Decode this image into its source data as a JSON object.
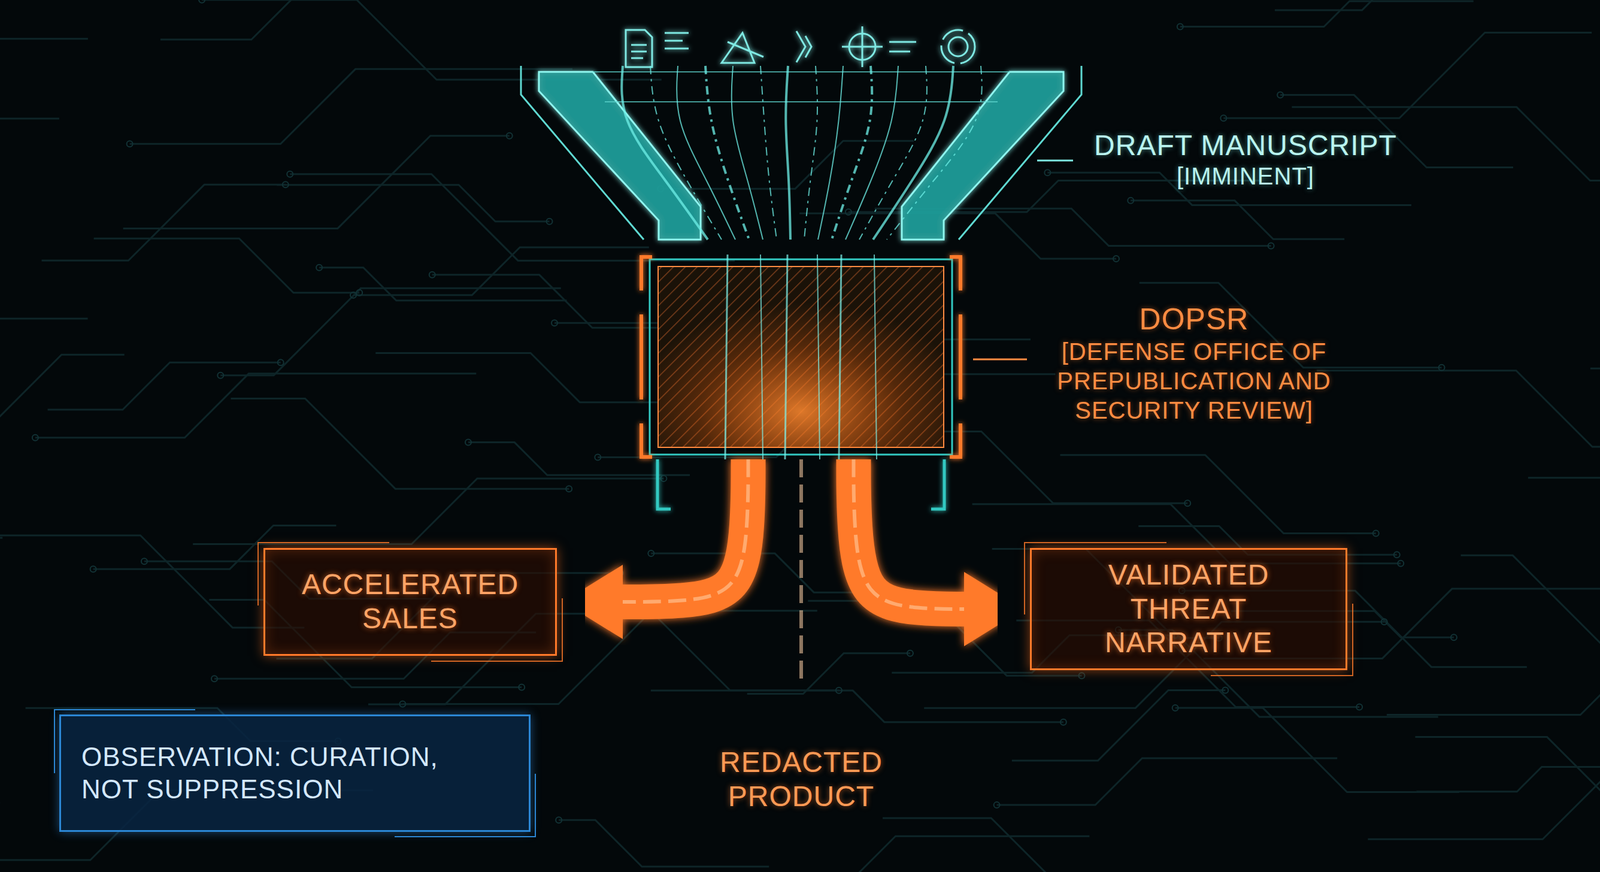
{
  "diagram": {
    "nodes": [
      {
        "text": [
          "DRAFT MANUSCRIPT",
          "[IMMINENT]"
        ]
      },
      {
        "text": [
          "DOPSR",
          "[DEFENSE OFFICE OF PREPUBLICATION AND SECURITY REVIEW]"
        ]
      },
      {
        "text": [
          "ACCELERATED SALES"
        ]
      },
      {
        "text": [
          "REDACTED PRODUCT"
        ]
      },
      {
        "text": [
          "VALIDATED THREAT NARRATIVE"
        ]
      },
      {
        "text": [
          "OBSERVATION: CURATION, NOT SUPPRESSION"
        ]
      }
    ],
    "edges": [
      {
        "from": 0,
        "to": 1,
        "arrow": "none"
      },
      {
        "from": 1,
        "to": 2,
        "arrow": "to"
      },
      {
        "from": 1,
        "to": 3,
        "arrow": "to"
      },
      {
        "from": 1,
        "to": 4,
        "arrow": "to"
      }
    ]
  }
}
